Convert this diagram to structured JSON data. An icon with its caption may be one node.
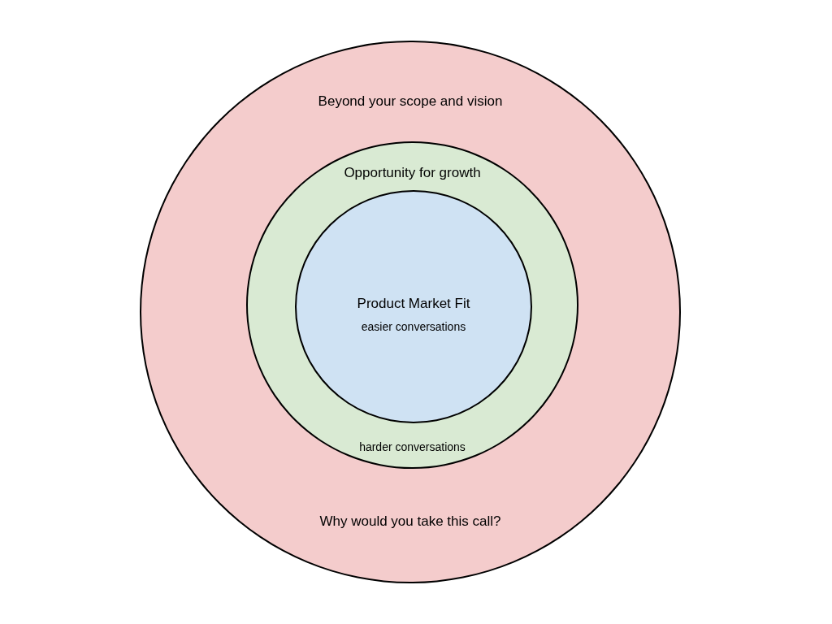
{
  "diagram": {
    "nodes": [
      {
        "text": [
          "Beyond your scope and vision",
          "Why would you take this call?"
        ]
      },
      {
        "text": [
          "Opportunity for growth",
          "harder conversations"
        ],
        "in": 0
      },
      {
        "text": [
          "Product Market Fit",
          "easier conversations"
        ],
        "in": 1
      }
    ]
  }
}
